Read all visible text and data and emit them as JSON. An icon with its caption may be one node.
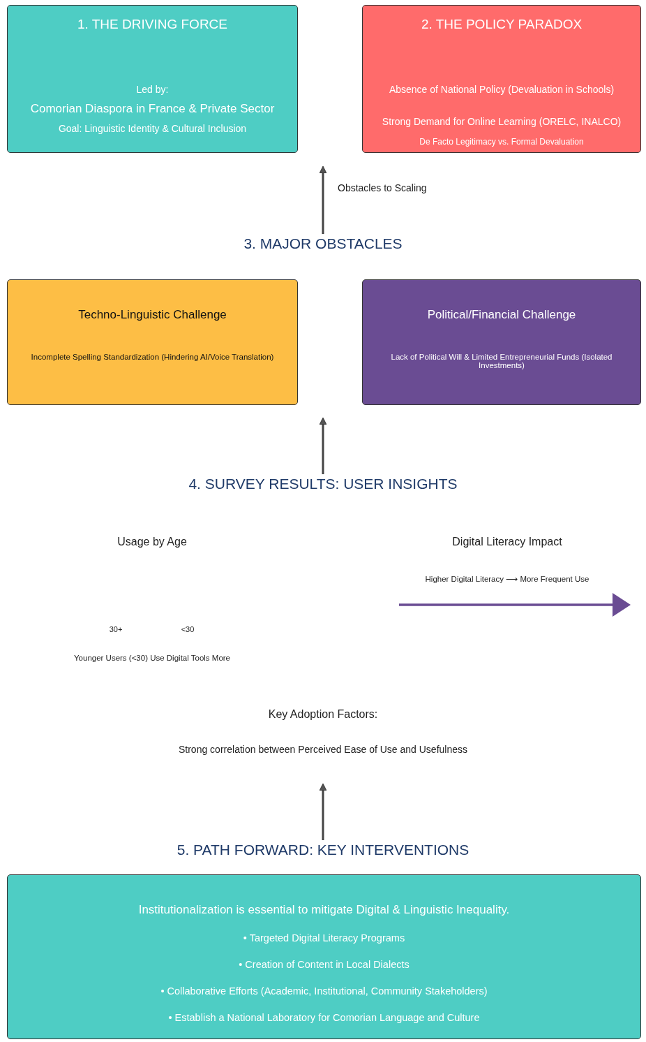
{
  "diagram": {
    "nodes": [
      {
        "text": [
          "1. THE DRIVING FORCE",
          "Led by:",
          "Comorian Diaspora in France & Private Sector",
          "Goal: Linguistic Identity & Cultural Inclusion"
        ]
      },
      {
        "text": [
          "2. THE POLICY PARADOX",
          "Absence of National Policy (Devaluation in Schools)",
          "Strong Demand for Online Learning (ORELC, INALCO)",
          "De Facto Legitimacy vs. Formal Devaluation"
        ]
      },
      {
        "text": [
          "3. MAJOR OBSTACLES"
        ]
      },
      {
        "text": [
          "Techno-Linguistic Challenge",
          "Incomplete Spelling Standardization (Hindering AI/Voice Translation)"
        ]
      },
      {
        "text": [
          "Political/Financial Challenge",
          "Lack of Political Will & Limited Entrepreneurial Funds (Isolated Investments)"
        ]
      },
      {
        "text": [
          "4. SURVEY RESULTS: USER INSIGHTS"
        ]
      },
      {
        "text": [
          "5. PATH FORWARD: KEY INTERVENTIONS"
        ]
      },
      {
        "text": [
          "Institutionalization is essential to mitigate Digital & Linguistic Inequality.",
          "• Targeted Digital Literacy Programs",
          "• Creation of Content in Local Dialects",
          "• Collaborative Efforts (Academic, Institutional, Community Stakeholders)",
          "• Establish a National Laboratory for Comorian Language and Culture"
        ]
      }
    ],
    "edges": [
      {
        "from": 2,
        "to": null,
        "arrow": "to",
        "label": "Obstacles to Scaling"
      },
      {
        "from": 5,
        "to": null,
        "arrow": "to"
      },
      {
        "from": 6,
        "to": null,
        "arrow": "to"
      }
    ],
    "labels": [
      "Usage by Age",
      "Digital Literacy Impact",
      "Higher Digital Literacy ⟶ More Frequent Use",
      "30+",
      "<30",
      "Younger Users (<30) Use Digital Tools More",
      "Key Adoption Factors:",
      "Strong correlation between Perceived Ease of Use and Usefulness"
    ]
  }
}
